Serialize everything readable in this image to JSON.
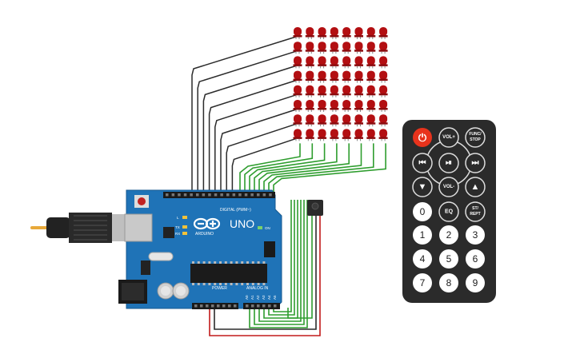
{
  "arduino": {
    "model": "UNO",
    "brand": "ARDUINO",
    "digital_label": "DIGITAL (PWM~)",
    "analog_label": "ANALOG IN",
    "power_label": "POWER",
    "on_label": "ON",
    "tx_label": "TX",
    "rx_label": "RX",
    "l_label": "L",
    "analog_pins": [
      "A0",
      "A1",
      "A2",
      "A3",
      "A4",
      "A5"
    ]
  },
  "matrix": {
    "rows": 8,
    "cols": 8,
    "led_color": "#b30f12"
  },
  "wire_colors": {
    "black": "#2b2b2b",
    "green": "#2e9d2e",
    "red": "#c21a1a"
  },
  "remote": {
    "buttons": {
      "power": "⏻",
      "vol_up": "VOL+",
      "func_stop_1": "FUNC/",
      "func_stop_2": "STOP",
      "prev": "⏮",
      "play_pause": "⏯",
      "next": "⏭",
      "down": "▼",
      "vol_down": "VOL-",
      "up": "▲",
      "zero": "0",
      "eq": "EQ",
      "st_rept_1": "ST/",
      "st_rept_2": "REPT",
      "digits": [
        "1",
        "2",
        "3",
        "4",
        "5",
        "6",
        "7",
        "8",
        "9"
      ]
    }
  }
}
